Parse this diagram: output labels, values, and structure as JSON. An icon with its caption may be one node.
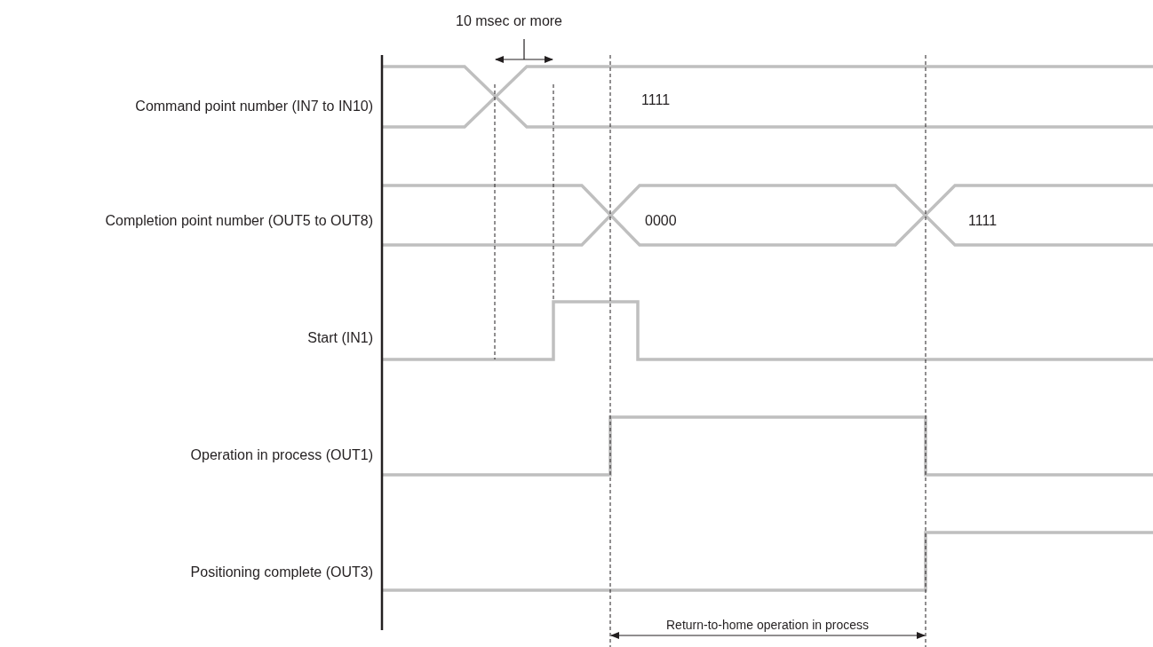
{
  "diagram": {
    "labels": [
      "10 msec or more",
      "Command point number (IN7 to IN10)",
      "1111",
      "Completion point number (OUT5 to OUT8)",
      "0000",
      "1111",
      "Start (IN1)",
      "Operation in process (OUT1)",
      "Positioning complete (OUT3)",
      "Return-to-home operation in process"
    ]
  }
}
